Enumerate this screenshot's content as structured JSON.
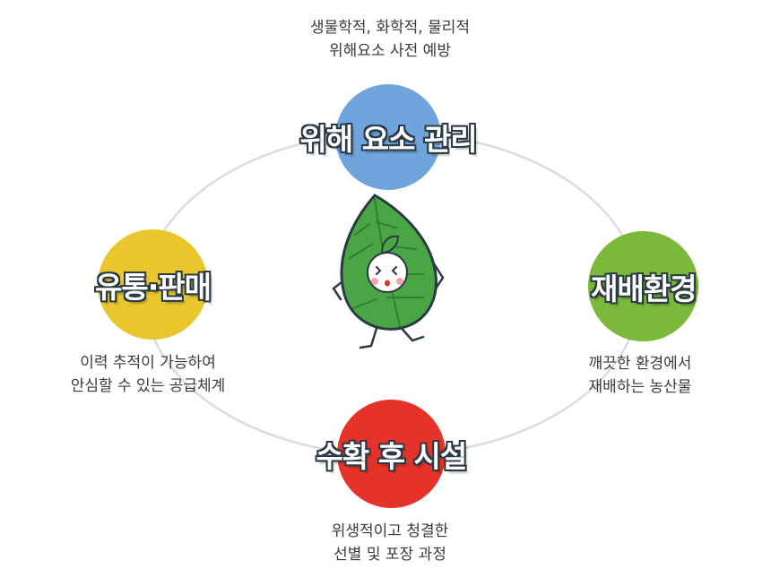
{
  "colors": {
    "ring": "#dcdcdc",
    "top": "#6fa4dc",
    "left": "#e8c62c",
    "right": "#7ab93a",
    "bottom": "#e5332a",
    "leaf": "#4aa645",
    "leaf_dark": "#2f7f34",
    "outline": "#2b3a44"
  },
  "nodes": {
    "top": {
      "label": "위해 요소 관리",
      "desc_line1": "생물학적, 화학적, 물리적",
      "desc_line2": "위해요소 사전 예방"
    },
    "right": {
      "label": "재배환경",
      "desc_line1": "깨끗한 환경에서",
      "desc_line2": "재배하는 농산물"
    },
    "bottom": {
      "label": "수확 후 시설",
      "desc_line1": "위생적이고 청결한",
      "desc_line2": "선별 및 포장 과정"
    },
    "left": {
      "label": "유통·판매",
      "desc_line1": "이력 추적이 가능하여",
      "desc_line2": "안심할 수 있는 공급체계"
    }
  },
  "mascot": {
    "icon": "leaf-mascot-icon"
  }
}
